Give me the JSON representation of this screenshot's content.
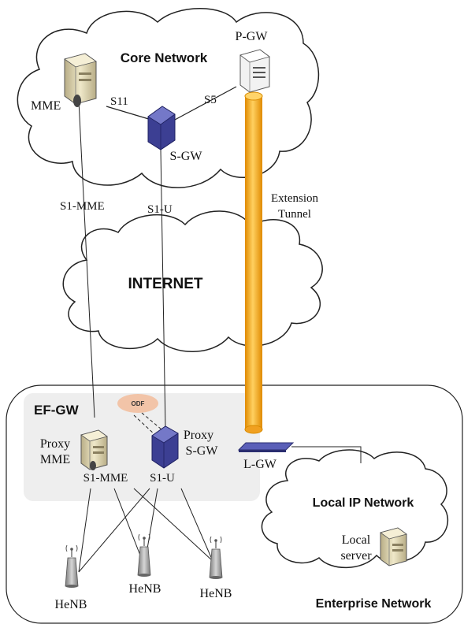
{
  "core": {
    "title": "Core Network",
    "pgw_label": "P-GW",
    "mme_label": "MME",
    "sgw_label": "S-GW",
    "s11_label": "S11",
    "s5_label": "S5"
  },
  "links": {
    "s1_mme_label": "S1-MME",
    "s1_u_label": "S1-U",
    "tunnel_line1": "Extension",
    "tunnel_line2": "Tunnel"
  },
  "internet": {
    "title": "INTERNET"
  },
  "efgw": {
    "title": "EF-GW",
    "odf_label": "ODF",
    "proxy_mme_line1": "Proxy",
    "proxy_mme_line2": "MME",
    "proxy_sgw_line1": "Proxy",
    "proxy_sgw_line2": "S-GW",
    "s1_mme_label": "S1-MME",
    "s1_u_label": "S1-U"
  },
  "enterprise": {
    "title": "Enterprise Network",
    "lgw_label": "L-GW",
    "local_ip_title": "Local IP Network",
    "local_server_line1": "Local",
    "local_server_line2": "server"
  },
  "henb": {
    "labels": [
      "HeNB",
      "HeNB",
      "HeNB"
    ]
  },
  "colors": {
    "tunnel": "#f7a81c",
    "efgw_box": "#eeeeee",
    "odf": "#f2c4a8",
    "sgw": "#3c3f93",
    "server": "#d8cfa6"
  }
}
